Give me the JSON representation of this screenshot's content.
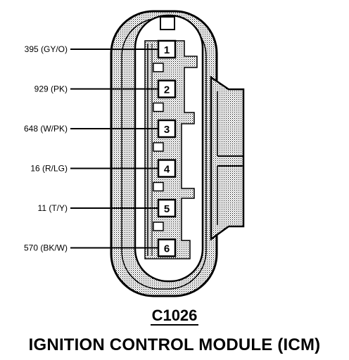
{
  "connector": {
    "id": "C1026",
    "module_name": "IGNITION CONTROL MODULE (ICM)"
  },
  "pins": [
    {
      "number": "1",
      "circuit": "395 (GY/O)"
    },
    {
      "number": "2",
      "circuit": "929 (PK)"
    },
    {
      "number": "3",
      "circuit": "648 (W/PK)"
    },
    {
      "number": "4",
      "circuit": "16 (R/LG)"
    },
    {
      "number": "5",
      "circuit": "11 (T/Y)"
    },
    {
      "number": "6",
      "circuit": "570 (BK/W)"
    }
  ],
  "colors": {
    "line": "#000000",
    "housing_fill": "#dcdcdc",
    "pin_fill": "#ffffff"
  }
}
